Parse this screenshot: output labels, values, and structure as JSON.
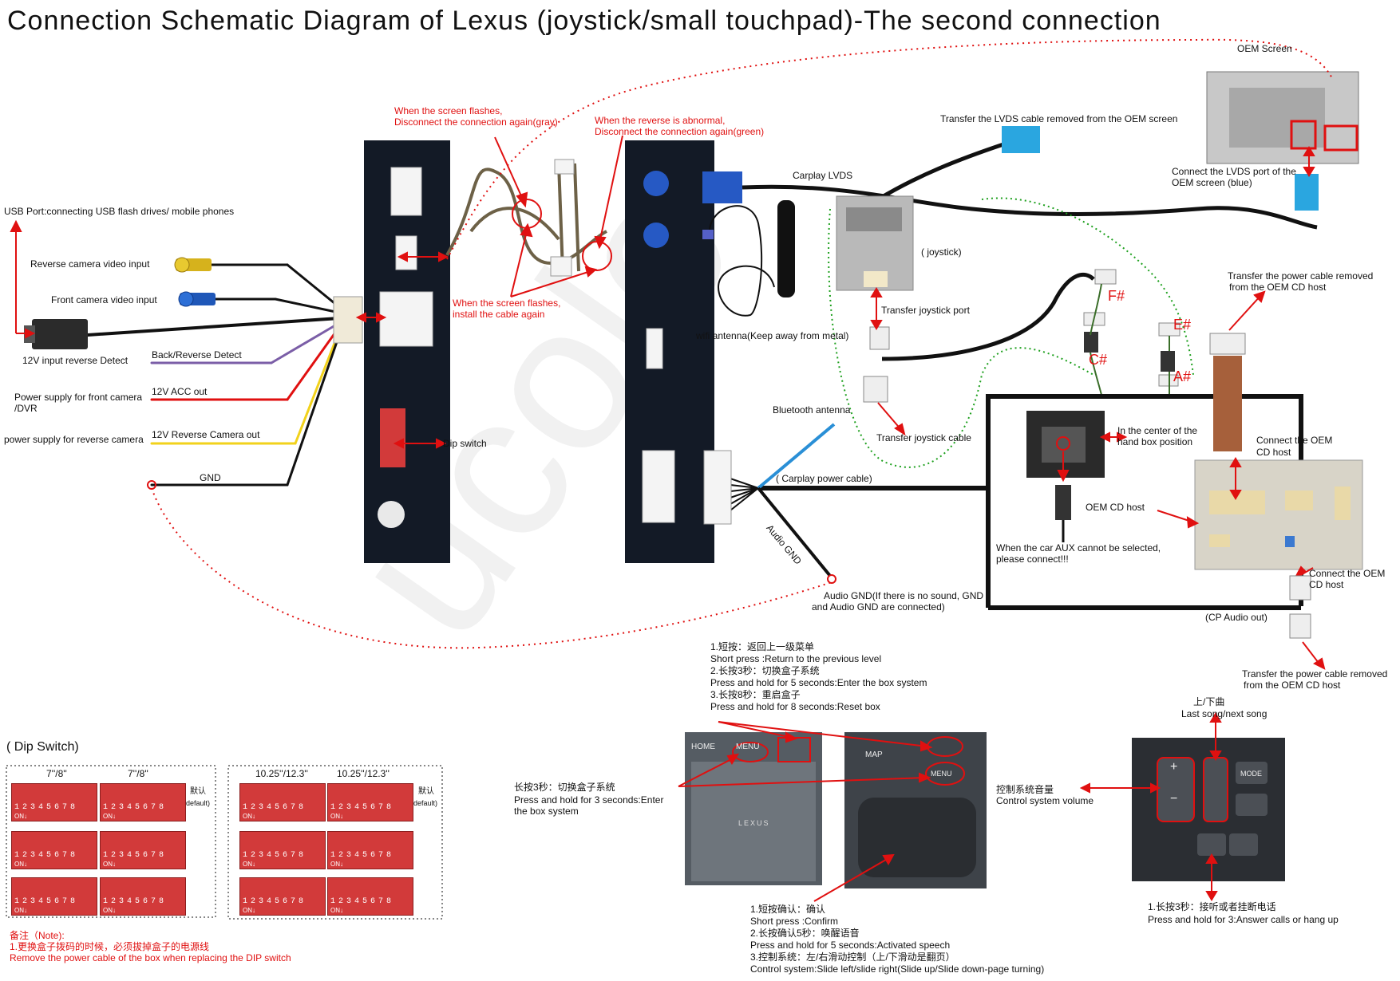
{
  "title": "Connection Schematic Diagram of Lexus (joystick/small touchpad)-The second connection",
  "left_labels": {
    "usb": "USB Port:connecting  USB flash drives/ mobile phones",
    "rev_cam": "Reverse camera video input",
    "front_cam": "Front camera video input",
    "reverse_detect_left": "12V  input reverse Detect",
    "back_reverse": "Back/Reverse Detect",
    "front_power": "Power supply for front camera",
    "dvr": "/DVR",
    "acc_out": "12V ACC out",
    "rev_power": "power supply for reverse camera",
    "rev_cam_out": "12V Reverse Camera out",
    "gnd": "GND"
  },
  "top_notes": {
    "flash_gray_1": "When the screen flashes,",
    "flash_gray_2": "Disconnect the connection again(gray)",
    "reverse_green_1": "When the reverse is abnormal,",
    "reverse_green_2": "Disconnect the connection again(green)",
    "flash_install_1": "When the screen flashes,",
    "flash_install_2": "install the cable again",
    "dip_switch": "Dip switch"
  },
  "right_labels": {
    "lvds_transfer": "Transfer the LVDS cable removed from the OEM screen",
    "oem_screen": "OEM Screen",
    "connect_lvds_1": "Connect the LVDS port of the",
    "connect_lvds_2": "OEM screen (blue)",
    "carplay_lvds": "Carplay LVDS",
    "joystick": "( joystick)",
    "transfer_joystick_port": "Transfer joystick port",
    "wifi": "wifi antenna(Keep away from metal)",
    "transfer_joystick_cable": "Transfer joystick cable",
    "bluetooth": "Bluetooth antenna",
    "power_cable": "( Carplay power cable)",
    "audio_gnd_wire": "Audio GND",
    "audio_gnd_note_1": "Audio GND(If there is no sound, GND",
    "audio_gnd_note_2": "and Audio GND are connected)",
    "f_sharp": "F#",
    "c_sharp": "C#",
    "e_sharp": "E#",
    "a_sharp": "A#",
    "power_transfer_top_1": "Transfer the power cable removed",
    "power_transfer_top_2": "from the OEM CD host",
    "hand_box_1": "In the center of the",
    "hand_box_2": "hand box position",
    "connect_cd_1": "Connect the OEM",
    "connect_cd_2": "CD host",
    "oem_cd_host": "OEM CD host",
    "aux_1": "When the car AUX cannot be selected,",
    "aux_2": "please connect!!!",
    "connect_cd_b_1": "Connect the OEM",
    "connect_cd_b_2": "CD host",
    "cp_audio_out": "(CP Audio out)",
    "power_transfer_bottom_1": "Transfer the power cable removed",
    "power_transfer_bottom_2": "from the OEM CD host"
  },
  "menu_notes": {
    "l1": "1.短按：返回上一级菜单",
    "l2": "Short press :Return to the previous level",
    "l3": "2.长按3秒：切换盒子系统",
    "l4": "Press and hold for 5 seconds:Enter the box system",
    "l5": "3.长按8秒：重启盒子",
    "l6": "Press and hold for 8 seconds:Reset box"
  },
  "touchpad_left_note": {
    "l1": "长按3秒：切换盒子系统",
    "l2": "Press and hold for 3 seconds:Enter",
    "l3": "the box system"
  },
  "touchpad_buttons": {
    "home": "HOME",
    "menu": "MENU",
    "map": "MAP",
    "menu2": "MENU",
    "brand": "LEXUS"
  },
  "confirm_notes": {
    "l1": "1.短按确认：确认",
    "l2": "Short press :Confirm",
    "l3": "2.长按确认5秒：唤醒语音",
    "l4": "Press and hold for 5 seconds:Activated speech",
    "l5": "3.控制系统：左/右滑动控制（上/下滑动是翻页）",
    "l6": "Control system:Slide left/slide right(Slide up/Slide down-page turning)"
  },
  "volume_note": {
    "l1": "控制系统音量",
    "l2": "Control system volume"
  },
  "song_note": {
    "l1": "上/下曲",
    "l2": "Last song/next song"
  },
  "call_note": {
    "l1": "1.长按3秒：接听或者挂断电话",
    "l2": "Press and hold for 3:Answer calls or hang up"
  },
  "wheel_buttons": {
    "mode": "MODE",
    "plus": "+",
    "minus": "−"
  },
  "dip": {
    "heading": "( Dip Switch)",
    "left_header_a": "7''/8''",
    "left_header_b": "7''/8''",
    "right_header_a": "10.25''/12.3''",
    "right_header_b": "10.25''/12.3''",
    "default_cn": "默认",
    "default_en": "(default)",
    "numbers": "12345678",
    "on": "ON"
  },
  "note": {
    "l1": "备注（Note):",
    "l2": "1.更换盒子拨码的时候，必须拔掉盒子的电源线",
    "l3": "Remove the power cable of the box when replacing the DIP switch"
  },
  "colors": {
    "wire_black": "#111111",
    "wire_purple": "#7b5ea7",
    "wire_red": "#e01010",
    "wire_yellow": "#f2d21b",
    "wire_blue": "#2a8fd6",
    "dip_red": "#d23a3a",
    "connector_blue": "#2aa6e0",
    "green_dotted": "#1ea01e"
  }
}
